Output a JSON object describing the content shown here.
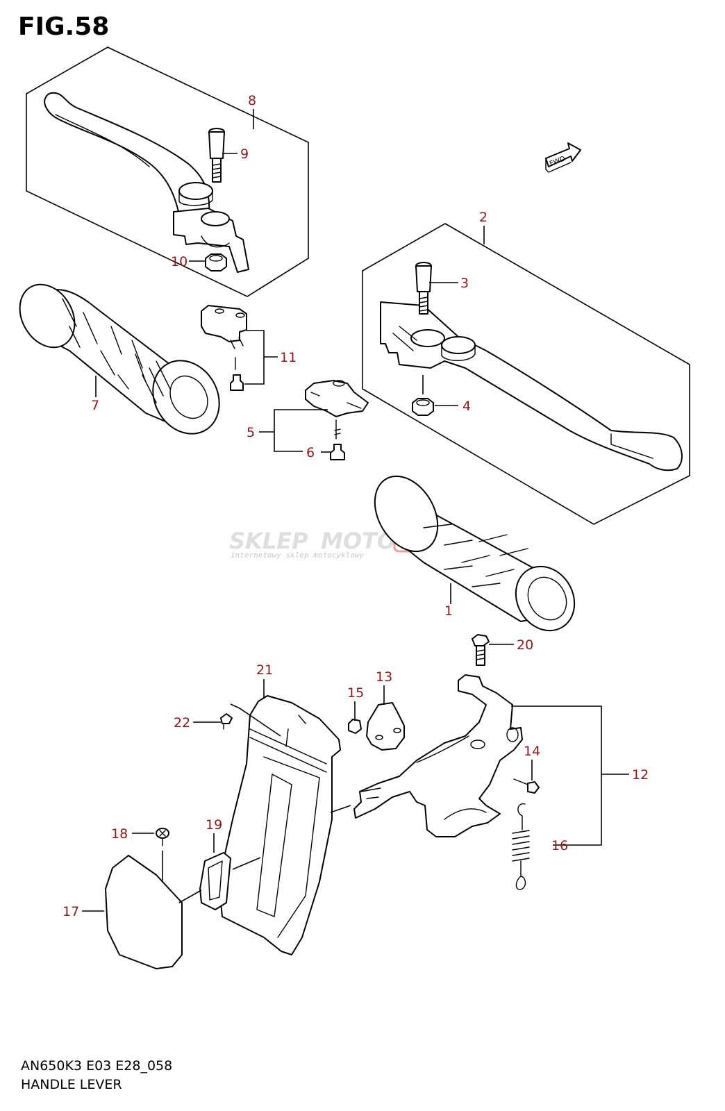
{
  "figure": {
    "title": "FIG.58",
    "model_code": "AN650K3 E03 E28_058",
    "caption": "HANDLE LEVER"
  },
  "fwd_label": "FWD",
  "watermark": {
    "brand_left": "SKLEP",
    "brand_right": "MOTO",
    "brand_tld": ".PL",
    "tagline": "internetowy sklep motocyklowy"
  },
  "callouts": [
    {
      "id": "1"
    },
    {
      "id": "2"
    },
    {
      "id": "3"
    },
    {
      "id": "4"
    },
    {
      "id": "5"
    },
    {
      "id": "6"
    },
    {
      "id": "7"
    },
    {
      "id": "8"
    },
    {
      "id": "9"
    },
    {
      "id": "10"
    },
    {
      "id": "11"
    },
    {
      "id": "12"
    },
    {
      "id": "13"
    },
    {
      "id": "14"
    },
    {
      "id": "15"
    },
    {
      "id": "16"
    },
    {
      "id": "17"
    },
    {
      "id": "18"
    },
    {
      "id": "19"
    },
    {
      "id": "20"
    },
    {
      "id": "21"
    },
    {
      "id": "22"
    }
  ],
  "colors": {
    "callout_text": "#8b1a1a",
    "line": "#000000",
    "watermark": "#dedede",
    "watermark_accent": "#e8a0a0"
  }
}
